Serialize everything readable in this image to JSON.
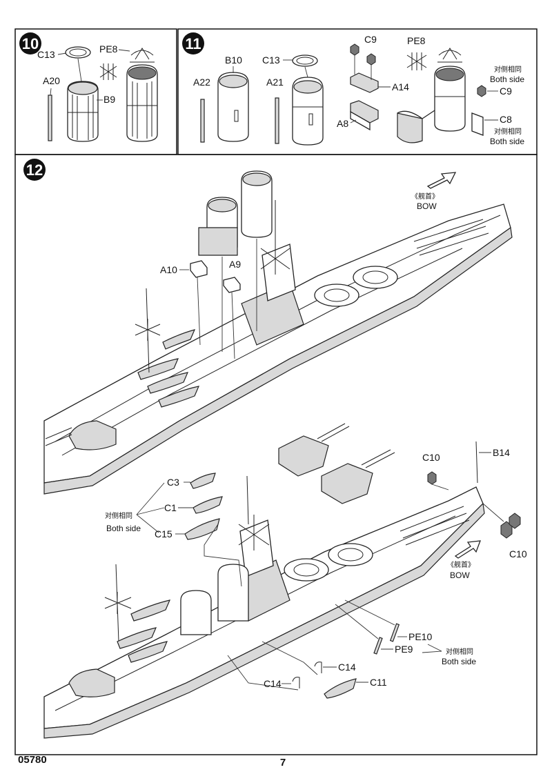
{
  "page": {
    "code": "05780",
    "number": "7"
  },
  "step10": {
    "number": "10",
    "parts": [
      "C13",
      "PE8",
      "A20",
      "B9"
    ]
  },
  "step11": {
    "number": "11",
    "parts": [
      "B10",
      "C13",
      "A22",
      "A21",
      "C9",
      "PE8",
      "A14",
      "A8",
      "C9",
      "C8"
    ],
    "both_side_cn_1": "对侧相同",
    "both_side_en_1": "Both side",
    "both_side_cn_2": "对侧相同",
    "both_side_en_2": "Both side"
  },
  "step12": {
    "number": "12",
    "bow_upper": {
      "cn": "《舰首》",
      "en": "BOW"
    },
    "bow_lower": {
      "cn": "《舰首》",
      "en": "BOW"
    },
    "upper_parts": [
      "A10",
      "A9"
    ],
    "lower_parts": [
      "C3",
      "C1",
      "C15",
      "C10",
      "B14",
      "C10",
      "PE10",
      "PE9",
      "C14",
      "C14",
      "C11"
    ],
    "both_side_boats": {
      "cn": "对侧相同",
      "en": "Both side"
    },
    "both_side_pe": {
      "cn": "对侧相同",
      "en": "Both side"
    }
  }
}
